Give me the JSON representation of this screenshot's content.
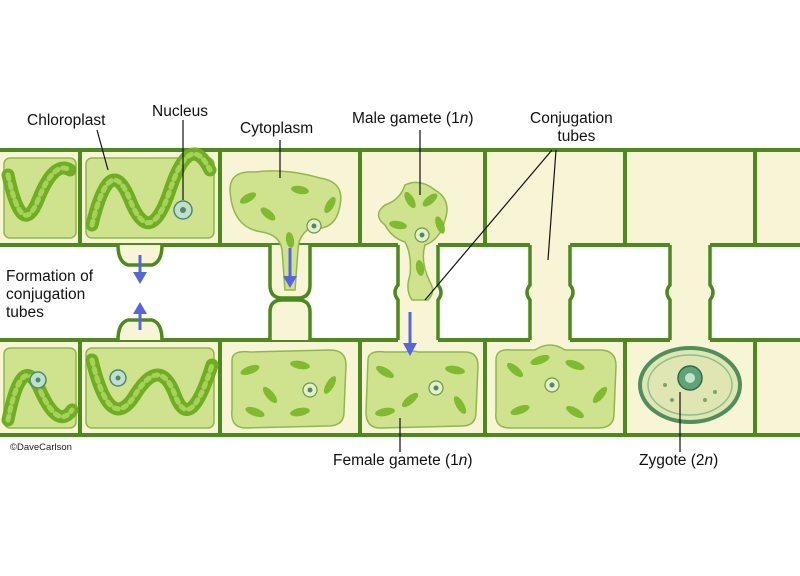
{
  "labels": {
    "chloroplast": "Chloroplast",
    "nucleus": "Nucleus",
    "cytoplasm": "Cytoplasm",
    "male_gamete": "Male gamete (1",
    "male_gamete_n": "n",
    "male_gamete_close": ")",
    "conjugation_tubes_1": "Conjugation",
    "conjugation_tubes_2": "tubes",
    "formation_1": "Formation of",
    "formation_2": "conjugation",
    "formation_3": "tubes",
    "female_gamete": "Female gamete (1",
    "female_gamete_n": "n",
    "female_gamete_close": ")",
    "zygote": "Zygote (2",
    "zygote_n": "n",
    "zygote_close": ")"
  },
  "copyright": "©DaveCarlson",
  "colors": {
    "wall": "#4d8a1e",
    "cell_fill": "#f7f5d6",
    "cytoplasm": "#cfe28e",
    "chloroplast": "#7fbb2e",
    "arrow": "#5566dd",
    "zygote": "#5a9a6a"
  }
}
